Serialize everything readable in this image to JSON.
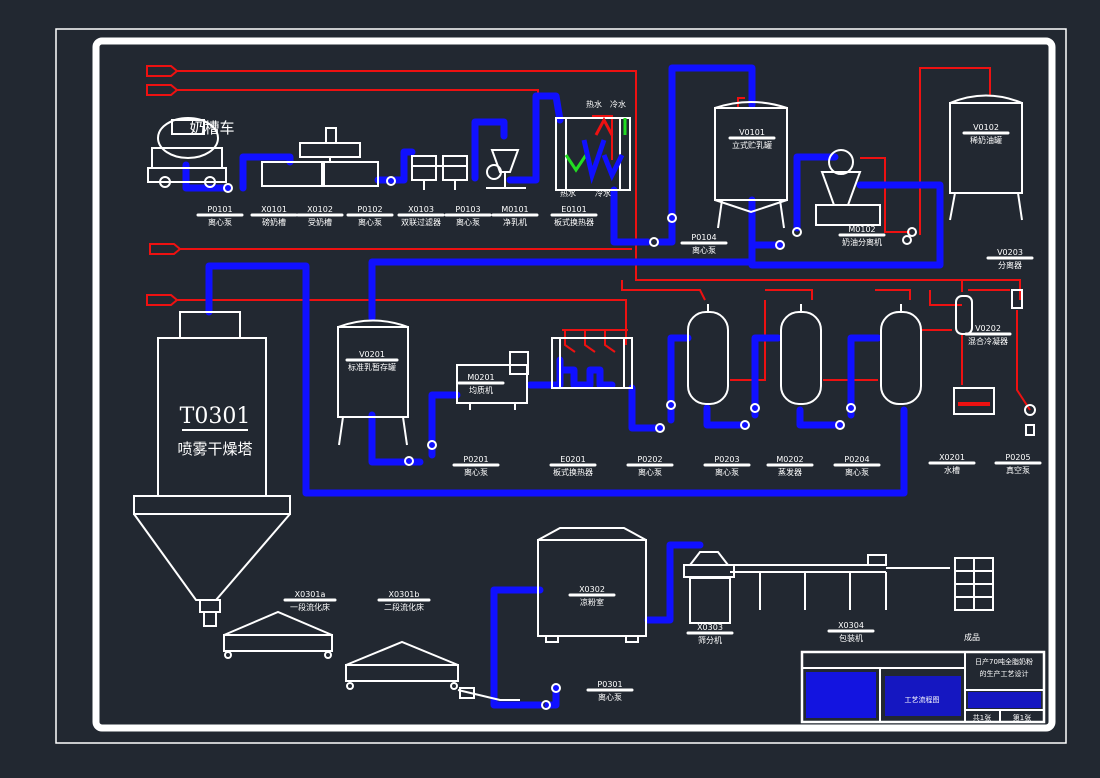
{
  "drawing": {
    "spray_tower_code": "T0301",
    "spray_tower_name": "喷雾干燥塔",
    "labels": [
      {
        "id": "p0101",
        "code": "P0101",
        "name": "离心泵"
      },
      {
        "id": "x0101",
        "code": "X0101",
        "name": "磅奶槽"
      },
      {
        "id": "x0102",
        "code": "X0102",
        "name": "受奶槽"
      },
      {
        "id": "p0102",
        "code": "P0102",
        "name": "离心泵"
      },
      {
        "id": "x0103",
        "code": "X0103",
        "name": "双联过滤器"
      },
      {
        "id": "p0103",
        "code": "P0103",
        "name": "离心泵"
      },
      {
        "id": "m0101",
        "code": "M0101",
        "name": "净乳机"
      },
      {
        "id": "e0101",
        "code": "E0101",
        "name": "板式换热器"
      },
      {
        "id": "p0104",
        "code": "P0104",
        "name": "离心泵"
      },
      {
        "id": "v0101",
        "code": "V0101",
        "name": "立式贮乳罐"
      },
      {
        "id": "m0102",
        "code": "M0102",
        "name": "奶油分离机"
      },
      {
        "id": "v0102",
        "code": "V0102",
        "name": "稀奶油罐"
      },
      {
        "id": "v0203",
        "code": "V0203",
        "name": "分离器"
      },
      {
        "id": "v0202",
        "code": "V0202",
        "name": "混合冷凝器"
      },
      {
        "id": "v0201",
        "code": "V0201",
        "name": "标准乳暂存罐"
      },
      {
        "id": "m0201",
        "code": "M0201",
        "name": "均质机"
      },
      {
        "id": "p0201",
        "code": "P0201",
        "name": "离心泵"
      },
      {
        "id": "e0201",
        "code": "E0201",
        "name": "板式换热器"
      },
      {
        "id": "p0202",
        "code": "P0202",
        "name": "离心泵"
      },
      {
        "id": "p0203",
        "code": "P0203",
        "name": "离心泵"
      },
      {
        "id": "m0202",
        "code": "M0202",
        "name": "蒸发器"
      },
      {
        "id": "p0204",
        "code": "P0204",
        "name": "离心泵"
      },
      {
        "id": "x0201",
        "code": "X0201",
        "name": "水槽"
      },
      {
        "id": "p0205",
        "code": "P0205",
        "name": "真空泵"
      },
      {
        "id": "x0301a",
        "code": "X0301a",
        "name": "一段流化床"
      },
      {
        "id": "x0301b",
        "code": "X0301b",
        "name": "二段流化床"
      },
      {
        "id": "x0302",
        "code": "X0302",
        "name": "凉粉室"
      },
      {
        "id": "x0303",
        "code": "X0303",
        "name": "筛分机"
      },
      {
        "id": "x0304",
        "code": "X0304",
        "name": "包装机"
      },
      {
        "id": "p0301",
        "code": "P0301",
        "name": "离心泵"
      }
    ],
    "tanker_label": "奶槽车",
    "product_label": "成品",
    "hot_water_1": "热水",
    "cold_water_1": "冷水",
    "hot_water_2": "热水",
    "cold_water_2": "冷水",
    "title_block": {
      "header": "",
      "project_line1": "日产70吨全脂奶粉",
      "project_line2": "的生产工艺设计",
      "drawing_name": "工艺流程图",
      "sheet_total": "共1张",
      "sheet_no": "第1张"
    }
  }
}
